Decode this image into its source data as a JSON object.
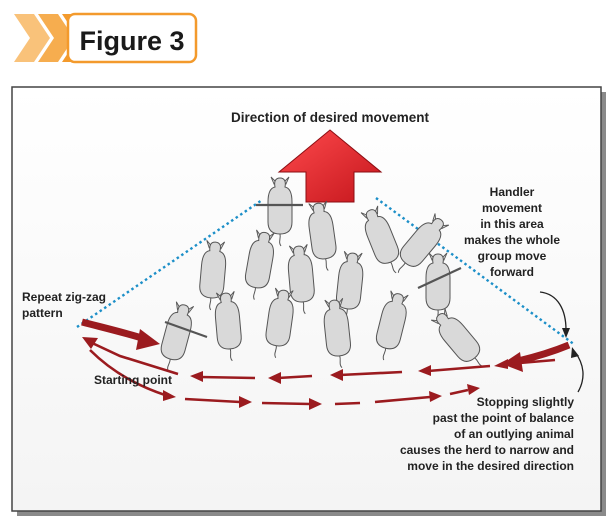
{
  "header": {
    "figure_label": "Figure 3",
    "chevron_color": "#f5a33a",
    "frame_color": "#f5a33a"
  },
  "diagram": {
    "title": "Direction of desired movement",
    "arrow_color": "#e8262b",
    "path_color": "#9b1b1f",
    "line_color": "#1c8fc8",
    "animal_fill": "#d9d9d9",
    "animal_stroke": "#555555",
    "labels": {
      "handler_1": "Handler",
      "handler_2": "movement",
      "handler_3": "in this area",
      "handler_4": "makes the whole",
      "handler_5": "group move",
      "handler_6": "forward",
      "zigzag_1": "Repeat zig-zag",
      "zigzag_2": "pattern",
      "start": "Starting point",
      "stop_1": "Stopping slightly",
      "stop_2": "past the point of balance",
      "stop_3": "of an outlying animal",
      "stop_4": "causes the herd to narrow and",
      "stop_5": "move in the desired direction"
    }
  }
}
